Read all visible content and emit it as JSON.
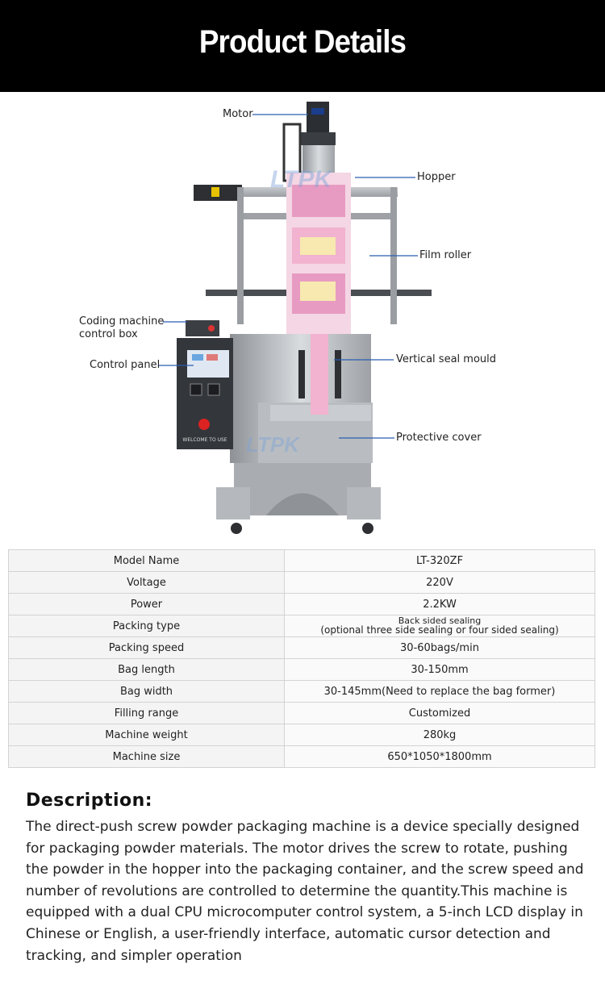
{
  "header": {
    "title": "Product Details"
  },
  "brand_watermark": "LTPK",
  "figure": {
    "callouts": {
      "motor": "Motor",
      "hopper": "Hopper",
      "film_roller": "Film roller",
      "coding_box": "Coding machine\ncontrol box",
      "control_panel": "Control panel",
      "vertical_seal": "Vertical seal mould",
      "protective_cover": "Protective cover"
    },
    "panel_label": "WELCOME TO USE"
  },
  "specs": [
    {
      "label": "Model Name",
      "value": "LT-320ZF"
    },
    {
      "label": "Voltage",
      "value": "220V"
    },
    {
      "label": "Power",
      "value": "2.2KW"
    },
    {
      "label": "Packing type",
      "value": "Back sided sealing",
      "value_note": "(optional three side sealing or four sided sealing)"
    },
    {
      "label": "Packing speed",
      "value": "30-60bags/min"
    },
    {
      "label": "Bag length",
      "value": "30-150mm"
    },
    {
      "label": "Bag width",
      "value": "30-145mm(Need to replace the bag former)"
    },
    {
      "label": "Filling range",
      "value": "Customized"
    },
    {
      "label": "Machine weight",
      "value": "280kg"
    },
    {
      "label": "Machine size",
      "value": "650*1050*1800mm"
    }
  ],
  "description": {
    "heading": "Description:",
    "text": "The direct-push screw powder packaging machine is a device specially designed for packaging powder materials. The motor drives the screw to rotate, pushing the powder in the hopper into the packaging container, and the screw speed and number of revolutions are controlled to determine the quantity.This machine is equipped with a dual CPU microcomputer control system, a 5-inch LCD display in Chinese or English, a user-friendly interface, automatic cursor detection and tracking, and simpler operation"
  },
  "colors": {
    "banner": "#000000",
    "callout_line": "#2a5db0",
    "film_pink": "#e89bc2"
  }
}
